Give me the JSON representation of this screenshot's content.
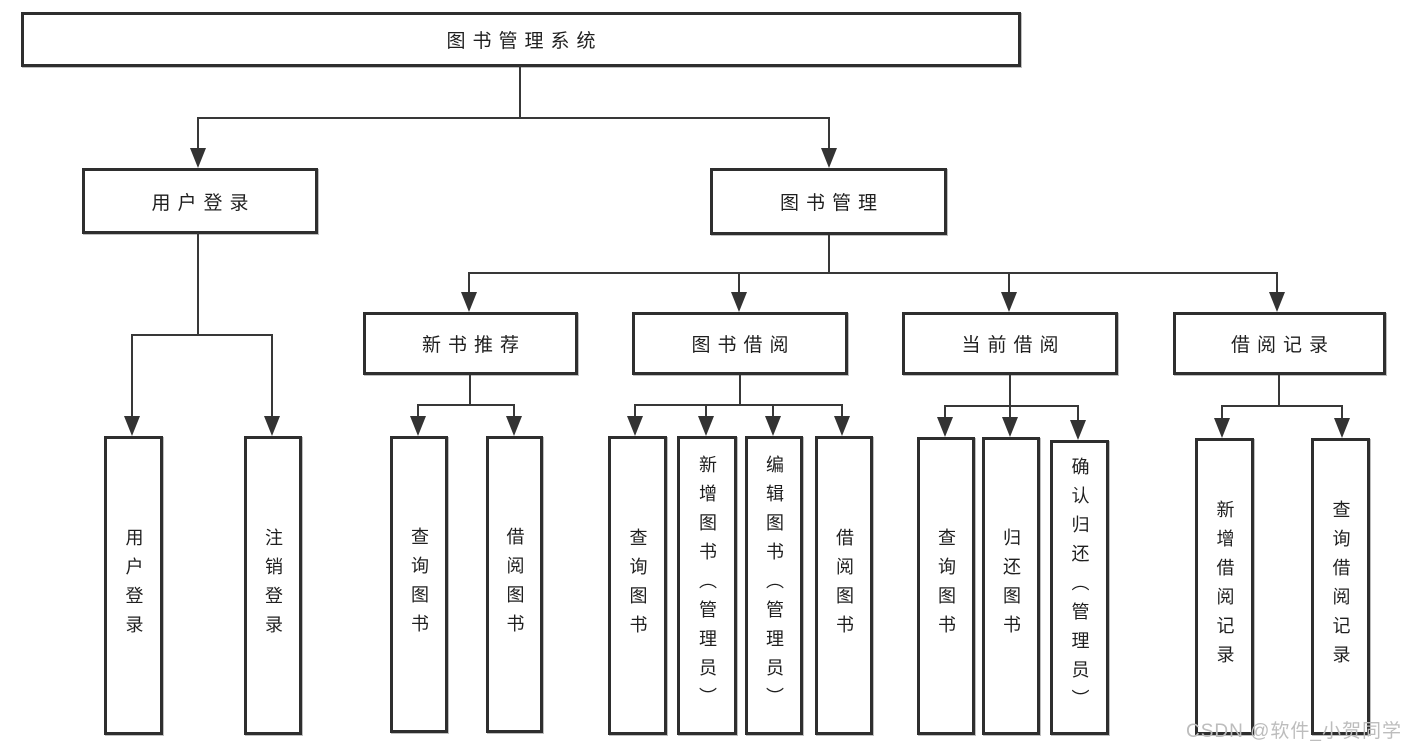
{
  "nodes": {
    "root": "图书管理系统",
    "user_login": "用户登录",
    "book_mgmt": "图书管理",
    "new_book_rec": "新书推荐",
    "book_borrow": "图书借阅",
    "current_borrow": "当前借阅",
    "borrow_records": "借阅记录",
    "login_leaf": "用户登录",
    "logout_leaf": "注销登录",
    "rec_query": "查询图书",
    "rec_borrow": "借阅图书",
    "bb_query": "查询图书",
    "bb_add": "新增图书（管理员）",
    "bb_edit": "编辑图书（管理员）",
    "bb_borrow": "借阅图书",
    "cb_query": "查询图书",
    "cb_return": "归还图书",
    "cb_confirm": "确认归还（管理员）",
    "br_add": "新增借阅记录",
    "br_query": "查询借阅记录"
  },
  "watermark": "CSDN @软件_小贺同学",
  "colors": {
    "box_border": "#2e2e2e",
    "connector_line": "#383838",
    "arrowhead": "#333333",
    "text": "#1f1f1f",
    "watermark": "#bdbdbd",
    "background": "#ffffff"
  }
}
